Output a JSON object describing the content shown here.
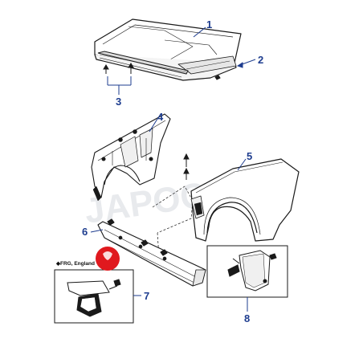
{
  "callouts": [
    "1",
    "2",
    "3",
    "4",
    "5",
    "6",
    "7",
    "8"
  ],
  "note": "◆FRG, England",
  "watermark": "JAPOCAT",
  "logo": "JAPOCAT",
  "colors": {
    "callout": "#1e3d8f",
    "line": "#1a1a1a",
    "logo": "#e0191e"
  }
}
